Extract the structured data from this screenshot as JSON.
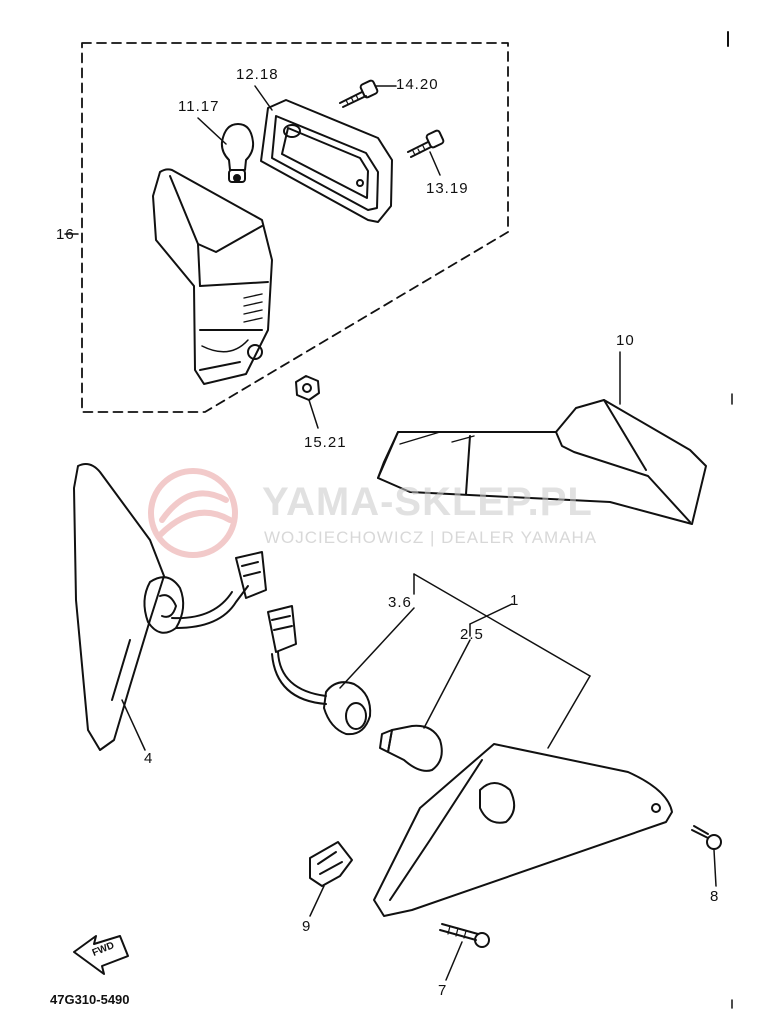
{
  "watermark": {
    "title": "YAMA-SKLEP.PL",
    "subtitle": "WOJCIECHOWICZ | DEALER YAMAHA",
    "color": "#e8a0a0"
  },
  "labels": {
    "l_12_18": "12.18",
    "l_14_20": "14.20",
    "l_11_17": "11.17",
    "l_13_19": "13.19",
    "l_16": "16",
    "l_10": "10",
    "l_15_21": "15.21",
    "l_3_6": "3.6",
    "l_1": "1",
    "l_2_5": "2.5",
    "l_4": "4",
    "l_8": "8",
    "l_9": "9",
    "l_7": "7"
  },
  "fwd_marker": "FWD",
  "drawing_code": "47G310-5490"
}
